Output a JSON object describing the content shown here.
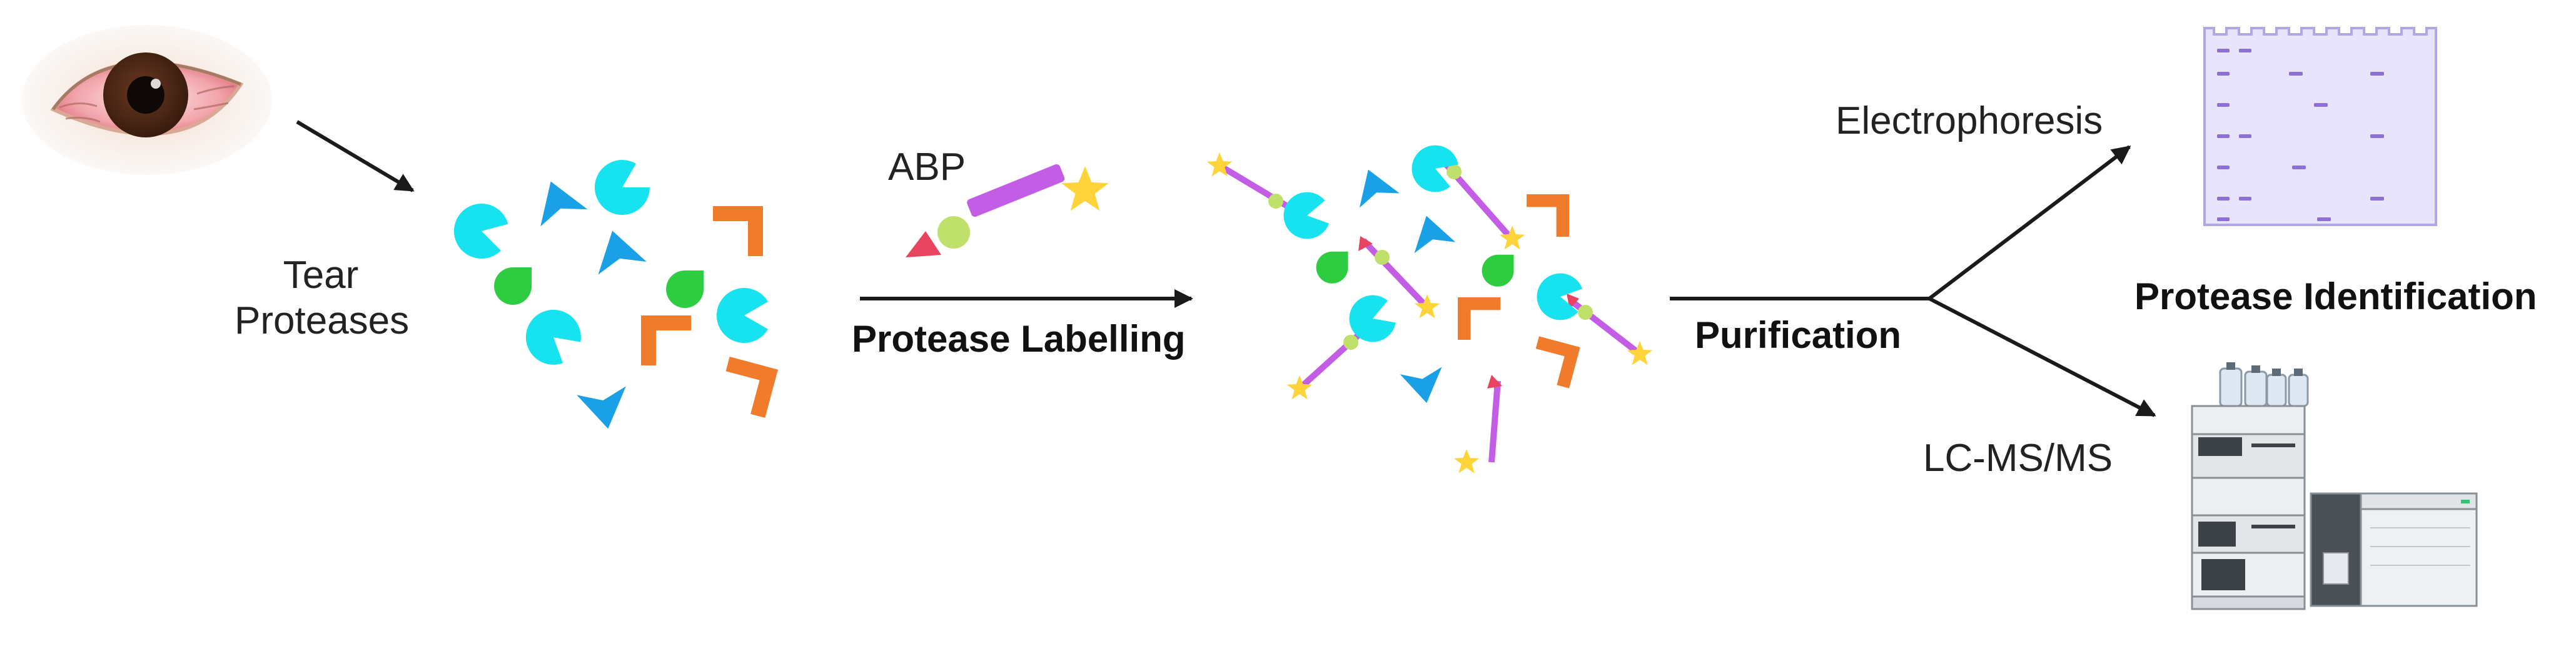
{
  "labels": {
    "tear": "Tear",
    "proteases": "Proteases",
    "abp": "ABP",
    "protease_labelling": "Protease Labelling",
    "purification": "Purification",
    "electrophoresis": "Electrophoresis",
    "protease_identification": "Protease Identification",
    "lcmsms": "LC-MS/MS"
  },
  "colors": {
    "cyan": "#17e3f0",
    "blue": "#1aa0e6",
    "green": "#2ecc40",
    "orange": "#f07b2a",
    "probe_purple": "#c45de6",
    "probe_green": "#bfe06a",
    "probe_red": "#e8445f",
    "star": "#ffd43a",
    "gel_bg": "#e8e4fb",
    "gel_band": "#8d6fd6",
    "arrow": "#1a1a1a"
  }
}
